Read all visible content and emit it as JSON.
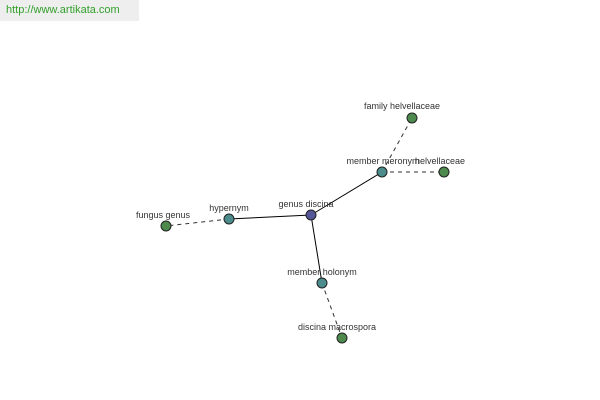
{
  "watermark": {
    "url": "http://www.artikata.com"
  },
  "colors": {
    "center_node": "#555599",
    "relation_node": "#4c8c8c",
    "leaf_node": "#4e8a4e",
    "node_stroke": "#222222",
    "solid_edge": "#000000",
    "dashed_edge": "#333333",
    "watermark_text": "#33a02c"
  },
  "graph": {
    "nodes": [
      {
        "id": "genus-discina",
        "label": "genus discina",
        "kind": "center"
      },
      {
        "id": "hypernym",
        "label": "hypernym",
        "kind": "relation"
      },
      {
        "id": "member-meronym",
        "label": "member meronym",
        "kind": "relation"
      },
      {
        "id": "member-holonym",
        "label": "member holonym",
        "kind": "relation"
      },
      {
        "id": "fungus-genus",
        "label": "fungus genus",
        "kind": "leaf"
      },
      {
        "id": "family-helvellaceae",
        "label": "family helvellaceae",
        "kind": "leaf"
      },
      {
        "id": "helvellaceae",
        "label": "helvellaceae",
        "kind": "leaf"
      },
      {
        "id": "discina-macrospora",
        "label": "discina macrospora",
        "kind": "leaf"
      }
    ],
    "edges": [
      {
        "from": "genus-discina",
        "to": "hypernym",
        "style": "solid"
      },
      {
        "from": "genus-discina",
        "to": "member-meronym",
        "style": "solid"
      },
      {
        "from": "genus-discina",
        "to": "member-holonym",
        "style": "solid"
      },
      {
        "from": "hypernym",
        "to": "fungus-genus",
        "style": "dashed"
      },
      {
        "from": "member-meronym",
        "to": "family-helvellaceae",
        "style": "dashed"
      },
      {
        "from": "member-meronym",
        "to": "helvellaceae",
        "style": "dashed"
      },
      {
        "from": "member-holonym",
        "to": "discina-macrospora",
        "style": "dashed"
      }
    ]
  }
}
